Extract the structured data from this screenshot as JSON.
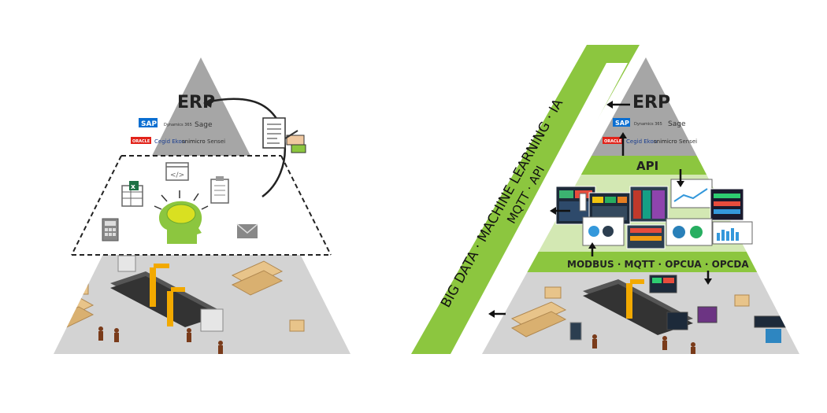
{
  "left_pyramid": {
    "top_label": "ERP",
    "logos_row1": [
      "SAP",
      "Dynamics 365",
      "Sage"
    ],
    "logos_row2": [
      "ORACLE",
      "Cegid Ekon",
      "snimicro",
      "Sensei"
    ],
    "icons": [
      "document-icon",
      "code-window-icon",
      "excel-icon",
      "clipboard-icon",
      "calculator-icon",
      "brain-head-icon",
      "mail-icon"
    ]
  },
  "right_pyramid": {
    "top_label": "ERP",
    "logos_row1": [
      "SAP",
      "Dynamics 365",
      "Sage"
    ],
    "logos_row2": [
      "ORACLE",
      "Cegid Ekon",
      "snimicro",
      "Sensei"
    ],
    "api_label": "API",
    "protocols_label": "MODBUS · MQTT · OPCUA · OPCDA"
  },
  "band": {
    "outer_text": "BIG DATA · MACHINE LEARNING · IA",
    "inner_text": "MQTT · API"
  },
  "colors": {
    "pyramid_gray": "#b8b8b8",
    "pyramid_light": "#d8d8d8",
    "green": "#8cc63f",
    "green_dark": "#6aa72e",
    "dark_text": "#222222"
  }
}
